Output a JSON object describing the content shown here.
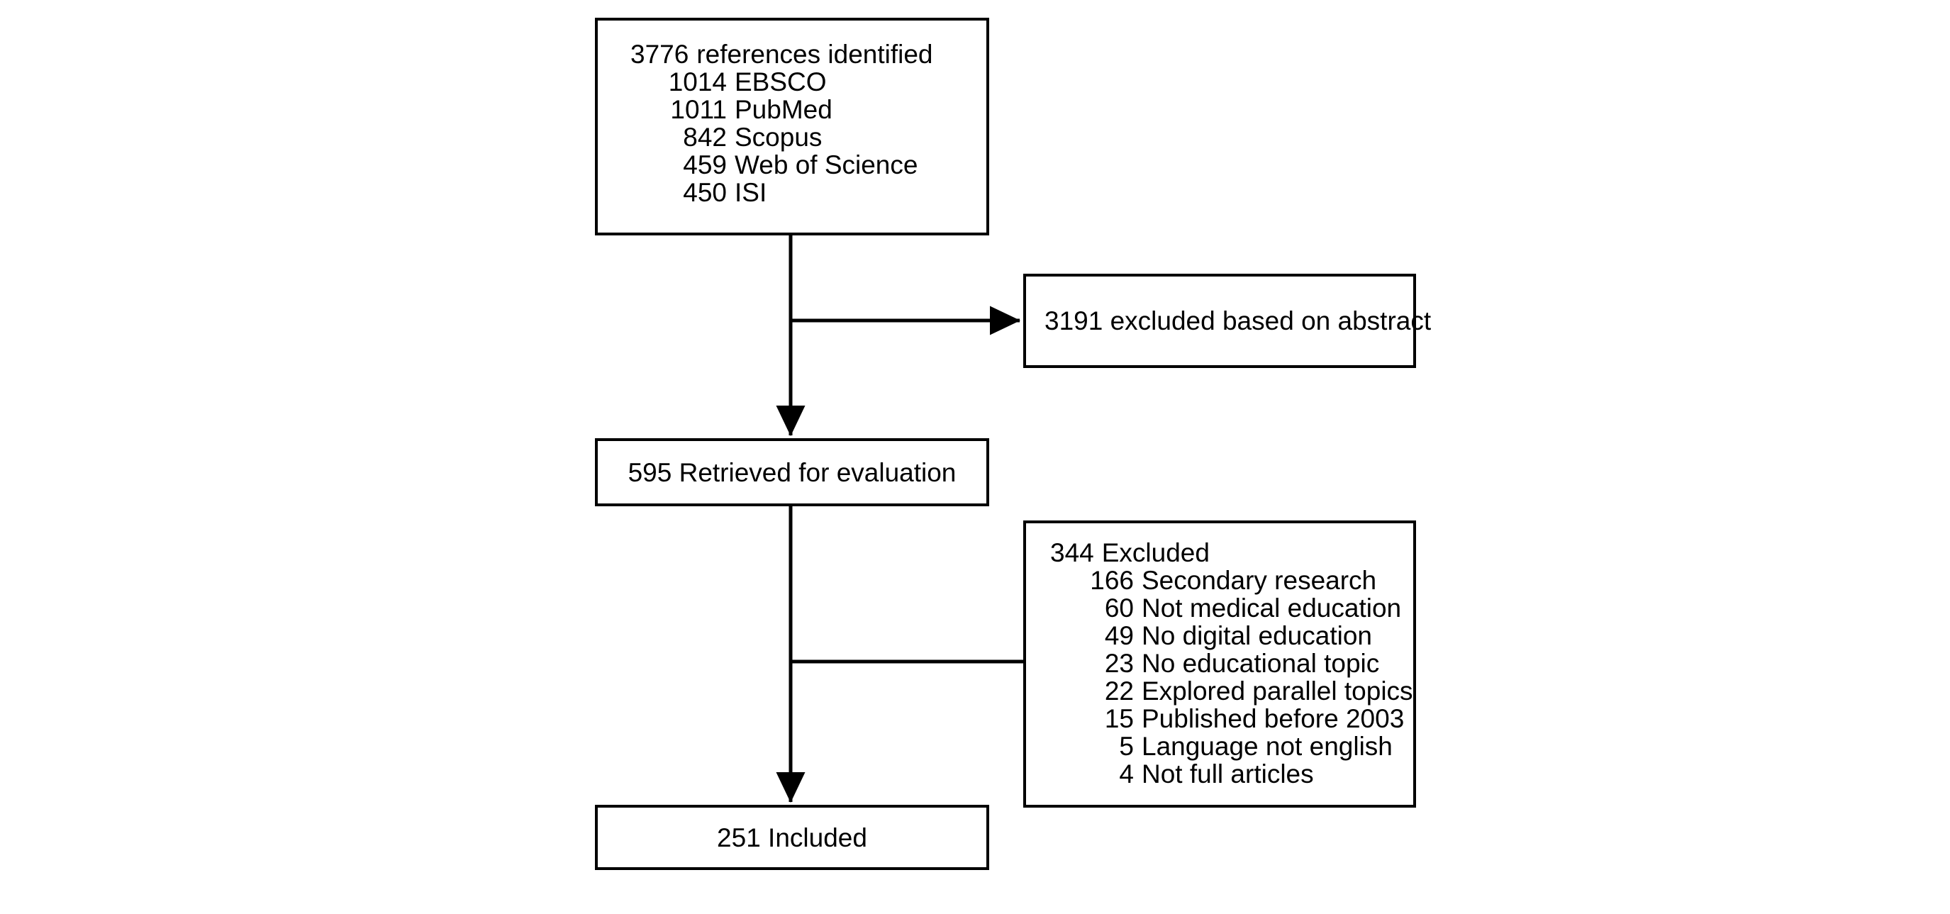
{
  "figure": {
    "type": "prisma-flow-diagram",
    "line_color": "#000000",
    "background": "#ffffff"
  },
  "nodes": {
    "sources": {
      "heading": "3776 references identified",
      "heading_count": "3776",
      "heading_label": "references identified",
      "items": [
        {
          "count": "1014",
          "label": "EBSCO"
        },
        {
          "count": "1011",
          "label": "PubMed"
        },
        {
          "count": "842",
          "label": "Scopus"
        },
        {
          "count": "459",
          "label": "Web of Science"
        },
        {
          "count": "450",
          "label": "ISI"
        }
      ]
    },
    "excluded_abstract": {
      "text": "3191 excluded based on abstract",
      "count": "3191",
      "label": "excluded based on abstract"
    },
    "retrieved": {
      "text": "595 Retrieved for evaluation",
      "count": "595",
      "label": "Retrieved for evaluation"
    },
    "excluded_detail": {
      "heading_count": "344",
      "heading_label": "Excluded",
      "items": [
        {
          "count": "166",
          "label": "Secondary research"
        },
        {
          "count": "60",
          "label": "Not medical education"
        },
        {
          "count": "49",
          "label": "No digital education"
        },
        {
          "count": "23",
          "label": "No educational topic"
        },
        {
          "count": "22",
          "label": "Explored parallel topics"
        },
        {
          "count": "15",
          "label": "Published before 2003"
        },
        {
          "count": "5",
          "label": "Language not english"
        },
        {
          "count": "4",
          "label": "Not full articles"
        }
      ]
    },
    "included": {
      "text": "251 Included",
      "count": "251",
      "label": "Included"
    }
  },
  "connectors": [
    {
      "name": "sources-to-retrieved",
      "style": "arrow"
    },
    {
      "name": "sources-to-excluded-abstract",
      "style": "arrow"
    },
    {
      "name": "retrieved-to-included",
      "style": "arrow"
    },
    {
      "name": "retrieved-to-excluded-detail",
      "style": "plain"
    }
  ]
}
